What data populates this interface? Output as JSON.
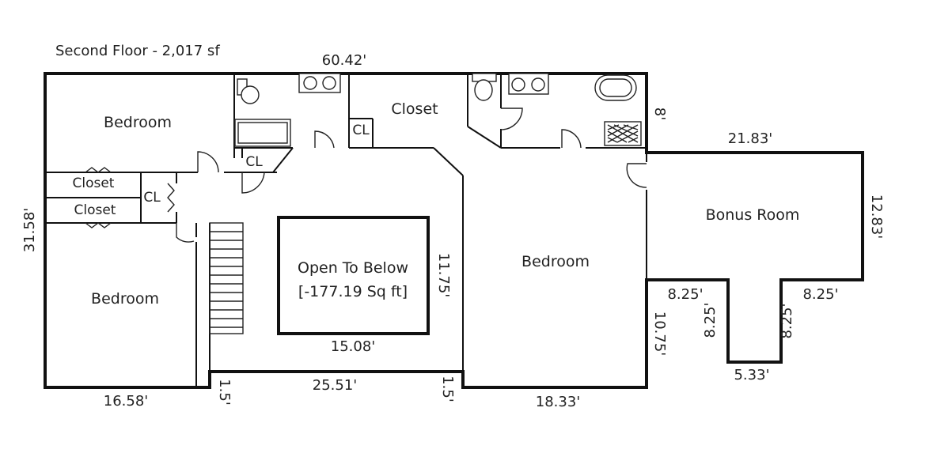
{
  "title": "Second Floor - 2,017 sf",
  "rooms": {
    "bedroom_nw": "Bedroom",
    "bedroom_sw": "Bedroom",
    "bedroom_center": "Bedroom",
    "bonus_room": "Bonus Room",
    "closet_top": "Closet",
    "closet_a": "Closet",
    "closet_b": "Closet",
    "cl_1": "CL",
    "cl_2": "CL",
    "cl_3": "CL",
    "open_to_below_line1": "Open To Below",
    "open_to_below_line2": "[-177.19 Sq ft]"
  },
  "dimensions": {
    "top_width": "60.42'",
    "left_height": "31.58'",
    "bottom_left": "16.58'",
    "stair_offset_left": "1.5'",
    "bottom_middle": "25.51'",
    "stair_offset_right": "1.5'",
    "bottom_right": "18.33'",
    "open_width": "15.08'",
    "open_height": "11.75'",
    "right_notch": "8'",
    "bonus_width": "21.83'",
    "bonus_height": "12.83'",
    "ext_top_left": "8.25'",
    "ext_left_vertical": "8.25'",
    "ext_top_right": "8.25'",
    "ext_right_vertical": "8.25'",
    "ext_bottom": "5.33'",
    "wall_right_lower": "10.75'"
  }
}
